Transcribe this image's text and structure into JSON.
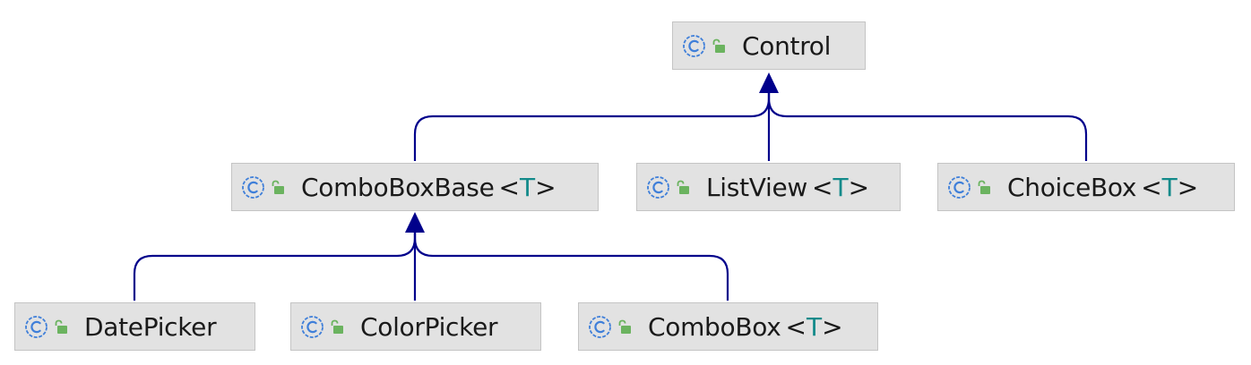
{
  "diagram": {
    "type": "class-hierarchy",
    "colors": {
      "edge": "#00008b",
      "node_fill": "#e2e2e2",
      "node_border": "#c4c4c4",
      "class_icon": "#3f7fd9",
      "lock_icon": "#6bb35f",
      "type_param": "#138a8a"
    },
    "nodes": [
      {
        "id": "control",
        "label": "Control",
        "type_param": "",
        "icon": "class-icon",
        "visibility_icon": "public-lock-icon"
      },
      {
        "id": "comboboxbase",
        "label": "ComboBoxBase",
        "type_param": "T",
        "icon": "class-icon",
        "visibility_icon": "public-lock-icon"
      },
      {
        "id": "listview",
        "label": "ListView",
        "type_param": "T",
        "icon": "class-icon",
        "visibility_icon": "public-lock-icon"
      },
      {
        "id": "choicebox",
        "label": "ChoiceBox",
        "type_param": "T",
        "icon": "class-icon",
        "visibility_icon": "public-lock-icon"
      },
      {
        "id": "datepicker",
        "label": "DatePicker",
        "type_param": "",
        "icon": "class-icon",
        "visibility_icon": "public-lock-icon"
      },
      {
        "id": "colorpicker",
        "label": "ColorPicker",
        "type_param": "",
        "icon": "class-icon",
        "visibility_icon": "public-lock-icon"
      },
      {
        "id": "combobox",
        "label": "ComboBox",
        "type_param": "T",
        "icon": "class-icon",
        "visibility_icon": "public-lock-icon"
      }
    ],
    "edges": [
      {
        "from": "comboboxbase",
        "to": "control",
        "relation": "extends"
      },
      {
        "from": "listview",
        "to": "control",
        "relation": "extends"
      },
      {
        "from": "choicebox",
        "to": "control",
        "relation": "extends"
      },
      {
        "from": "datepicker",
        "to": "comboboxbase",
        "relation": "extends"
      },
      {
        "from": "colorpicker",
        "to": "comboboxbase",
        "relation": "extends"
      },
      {
        "from": "combobox",
        "to": "comboboxbase",
        "relation": "extends"
      }
    ]
  }
}
